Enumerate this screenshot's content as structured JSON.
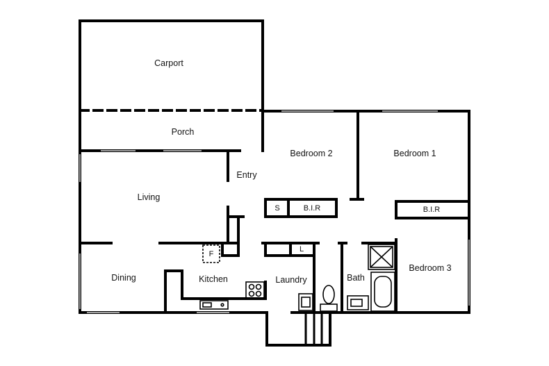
{
  "rooms": {
    "carport": "Carport",
    "porch": "Porch",
    "entry": "Entry",
    "living": "Living",
    "dining": "Dining",
    "kitchen": "Kitchen",
    "laundry": "Laundry",
    "bath": "Bath",
    "bedroom1": "Bedroom 1",
    "bedroom2": "Bedroom 2",
    "bedroom3": "Bedroom 3"
  },
  "fixtures": {
    "storage": "S",
    "bir_bed2": "B.I.R",
    "bir_bed1": "B.I.R",
    "linen": "L",
    "fridge": "F"
  }
}
